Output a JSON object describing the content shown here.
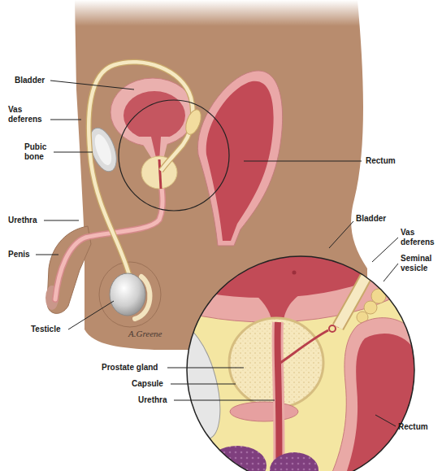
{
  "diagram": {
    "labels": [
      "Bladder",
      "Vas deferens",
      "Pubic bone",
      "Urethra",
      "Penis",
      "Testicle",
      "Rectum",
      "Bladder",
      "Vas deferens",
      "Seminal vesicle",
      "Prostate gland",
      "Capsule",
      "Urethra",
      "Rectum",
      "A.Greene"
    ]
  }
}
